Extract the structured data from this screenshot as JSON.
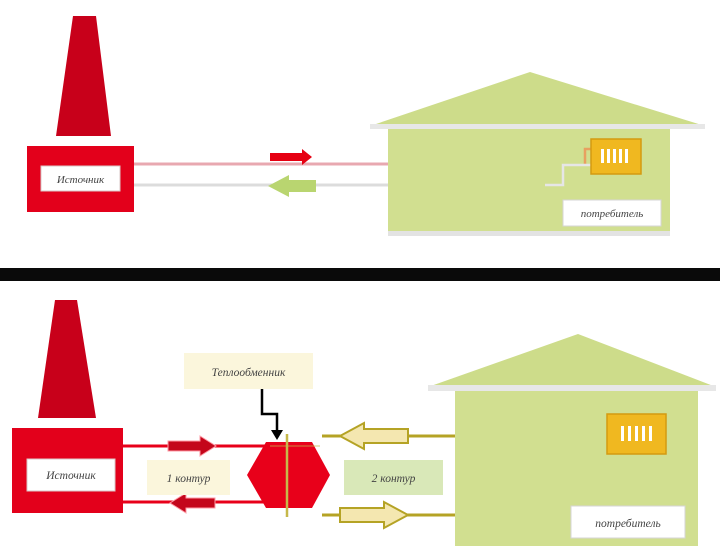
{
  "top_scheme": {
    "source_label": "Источник",
    "consumer_label": "потребитель"
  },
  "divider": {},
  "bottom_scheme": {
    "source_label": "Источник",
    "consumer_label": "потребитель",
    "heat_exchanger_label": "Теплообменник",
    "circuit1_label": "1 контур",
    "circuit2_label": "2 контур"
  },
  "colors": {
    "source_red": "#e3001b",
    "chimney_red": "#c8001a",
    "house_green": "#d1df90",
    "roof_green": "#cddc8a",
    "radiator_yellow": "#f0b820",
    "supply_red": "#e8001a",
    "return_green": "#b9d570",
    "secondary_olive": "#b5a325",
    "label_box": "#fbf6dc",
    "divider_black": "#0a0a0a"
  },
  "icons": {
    "radiator": "radiator-icon",
    "chimney": "chimney-icon",
    "arrow": "flow-arrow-icon"
  }
}
